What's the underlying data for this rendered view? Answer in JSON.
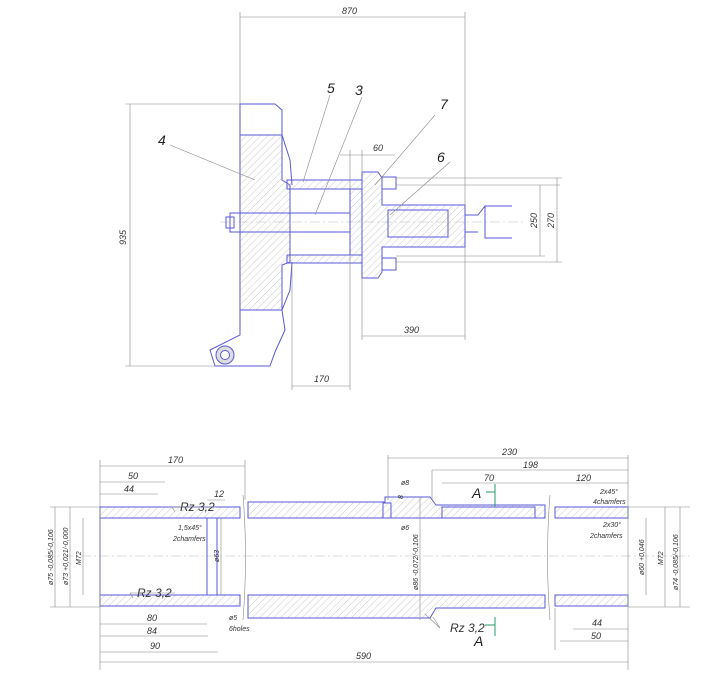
{
  "assembly": {
    "dimensions": {
      "overall_length": "870",
      "height": "935",
      "offset_60": "60",
      "dia_250": "250",
      "dia_270": "270",
      "length_390": "390",
      "length_170": "170"
    },
    "part_labels": [
      "4",
      "5",
      "3",
      "7",
      "6"
    ]
  },
  "shaft": {
    "dimensions_top": {
      "d170": "170",
      "d50": "50",
      "d44": "44",
      "d12": "12",
      "d230": "230",
      "d198": "198",
      "d70": "70",
      "d120": "120",
      "d8h": "8",
      "dia8": "ø8",
      "dia6": "ø6"
    },
    "dimensions_bottom": {
      "d80": "80",
      "d84": "84",
      "d90": "90",
      "d590": "590",
      "d44": "44",
      "d50": "50"
    },
    "diameters": {
      "left_outer": "ø75 -0,085/-0,106",
      "left_bore": "ø73 +0,021/-0,000",
      "left_thread": "M72",
      "groove": "ø63",
      "mid": "ø86 -0,072/-0,106",
      "right_bore": "ø60 +0,046",
      "right_thread": "M72",
      "right_outer": "ø74 -0,085/-0,106"
    },
    "notes": {
      "chamfer_left": "1,5x45°",
      "chamfer_left_count": "2chamfers",
      "holes": "ø5",
      "holes_count": "6holes",
      "chamfer_r1": "2x45°",
      "chamfer_r1_count": "4chamfers",
      "chamfer_r2": "2x30°",
      "chamfer_r2_count": "2chamfers"
    },
    "roughness": [
      "Rz 3,2",
      "Rz 3,2",
      "Rz 3,2"
    ],
    "section_marks": [
      "A",
      "A"
    ]
  },
  "colors": {
    "outline": "#5a5ad8",
    "dimension": "#888888",
    "section": "#2a9a6a"
  }
}
